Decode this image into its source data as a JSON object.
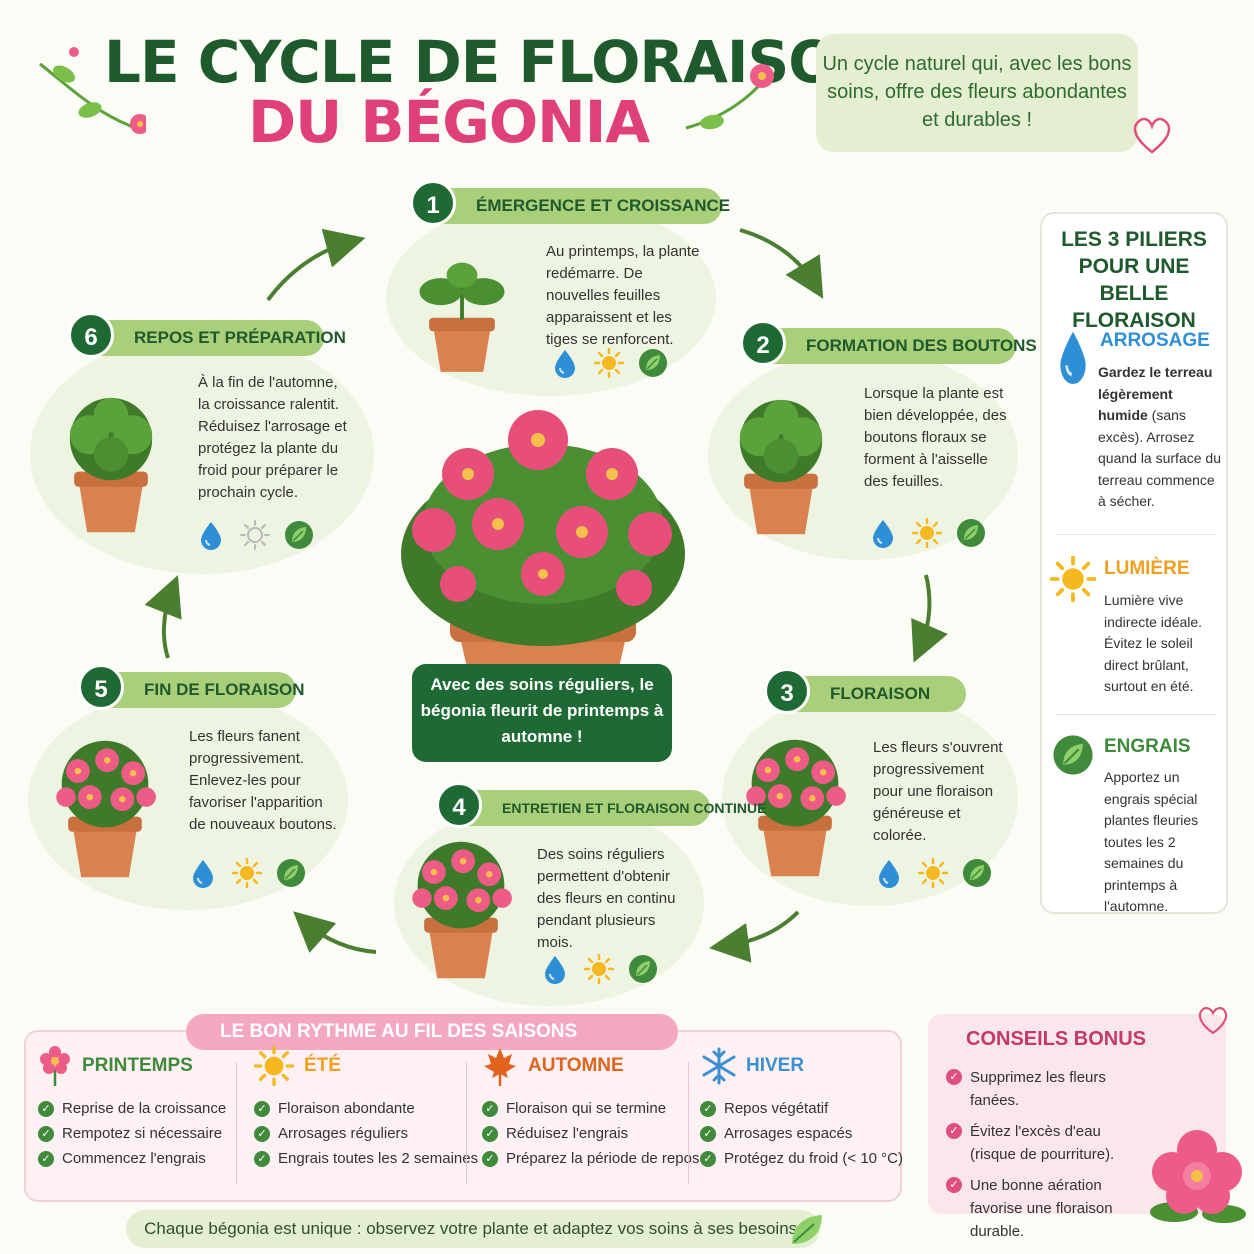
{
  "header": {
    "title_line1": "LE CYCLE DE FLORAISON",
    "title_line2": "DU BÉGONIA",
    "intro": "Un cycle naturel qui, avec les bons soins, offre des fleurs abondantes et durables !"
  },
  "steps": [
    {
      "num": "1",
      "title": "ÉMERGENCE ET CROISSANCE",
      "text": "Au printemps, la plante redémarre. De nouvelles feuilles apparaissent et les tiges se renforcent."
    },
    {
      "num": "2",
      "title": "FORMATION DES BOUTONS",
      "text": "Lorsque la plante est bien développée, des boutons floraux se forment à l'aisselle des feuilles."
    },
    {
      "num": "3",
      "title": "FLORAISON",
      "text": "Les fleurs s'ouvrent progressivement pour une floraison généreuse et colorée."
    },
    {
      "num": "4",
      "title": "ENTRETIEN ET FLORAISON CONTINUE",
      "text": "Des soins réguliers permettent d'obtenir des fleurs en continu pendant plusieurs mois."
    },
    {
      "num": "5",
      "title": "FIN DE FLORAISON",
      "text": "Les fleurs fanent progressivement. Enlevez-les pour favoriser l'apparition de nouveaux boutons."
    },
    {
      "num": "6",
      "title": "REPOS ET PRÉPARATION",
      "text": "À la fin de l'automne, la croissance ralentit. Réduisez l'arrosage et protégez la plante du froid pour préparer le prochain cycle."
    }
  ],
  "center": {
    "text": "Avec des soins réguliers, le bégonia fleurit de printemps à automne !"
  },
  "pillars": {
    "title": "LES 3 PILIERS POUR UNE BELLE FLORAISON",
    "items": [
      {
        "name": "ARROSAGE",
        "bold": "Gardez le terreau légèrement humide",
        "text": "(sans excès). Arrosez quand la surface du terreau commence à sécher.",
        "color": "#2f8fd6"
      },
      {
        "name": "LUMIÈRE",
        "text": "Lumière vive indirecte idéale. Évitez le soleil direct brûlant, surtout en été.",
        "color": "#f0a020"
      },
      {
        "name": "ENGRAIS",
        "text": "Apportez un engrais spécial plantes fleuries toutes les 2 semaines du printemps à l'automne.",
        "color": "#3f8a3b"
      }
    ]
  },
  "seasons": {
    "title": "LE BON RYTHME AU FIL DES SAISONS",
    "cols": [
      {
        "name": "PRINTEMPS",
        "color": "#3f8a3b",
        "items": [
          "Reprise de la croissance",
          "Rempotez si nécessaire",
          "Commencez l'engrais"
        ]
      },
      {
        "name": "ÉTÉ",
        "color": "#f0a020",
        "items": [
          "Floraison abondante",
          "Arrosages réguliers",
          "Engrais toutes les 2 semaines"
        ]
      },
      {
        "name": "AUTOMNE",
        "color": "#e0641e",
        "items": [
          "Floraison qui se termine",
          "Réduisez l'engrais",
          "Préparez la période de repos"
        ]
      },
      {
        "name": "HIVER",
        "color": "#3c8fd0",
        "items": [
          "Repos végétatif",
          "Arrosages espacés",
          "Protégez du froid (< 10 °C)"
        ]
      }
    ]
  },
  "bonus": {
    "title": "CONSEILS BONUS",
    "items": [
      "Supprimez les fleurs fanées.",
      "Évitez l'excès d'eau (risque de pourriture).",
      "Une bonne aération favorise une floraison durable."
    ]
  },
  "footer": {
    "text": "Chaque bégonia est unique : observez votre plante et adaptez vos soins à ses besoins."
  },
  "icon_names": [
    "water-drop-icon",
    "sun-icon",
    "fertilizer-leaf-icon",
    "heart-icon",
    "snowflake-icon",
    "maple-leaf-icon",
    "flower-icon",
    "arrow-icon"
  ]
}
